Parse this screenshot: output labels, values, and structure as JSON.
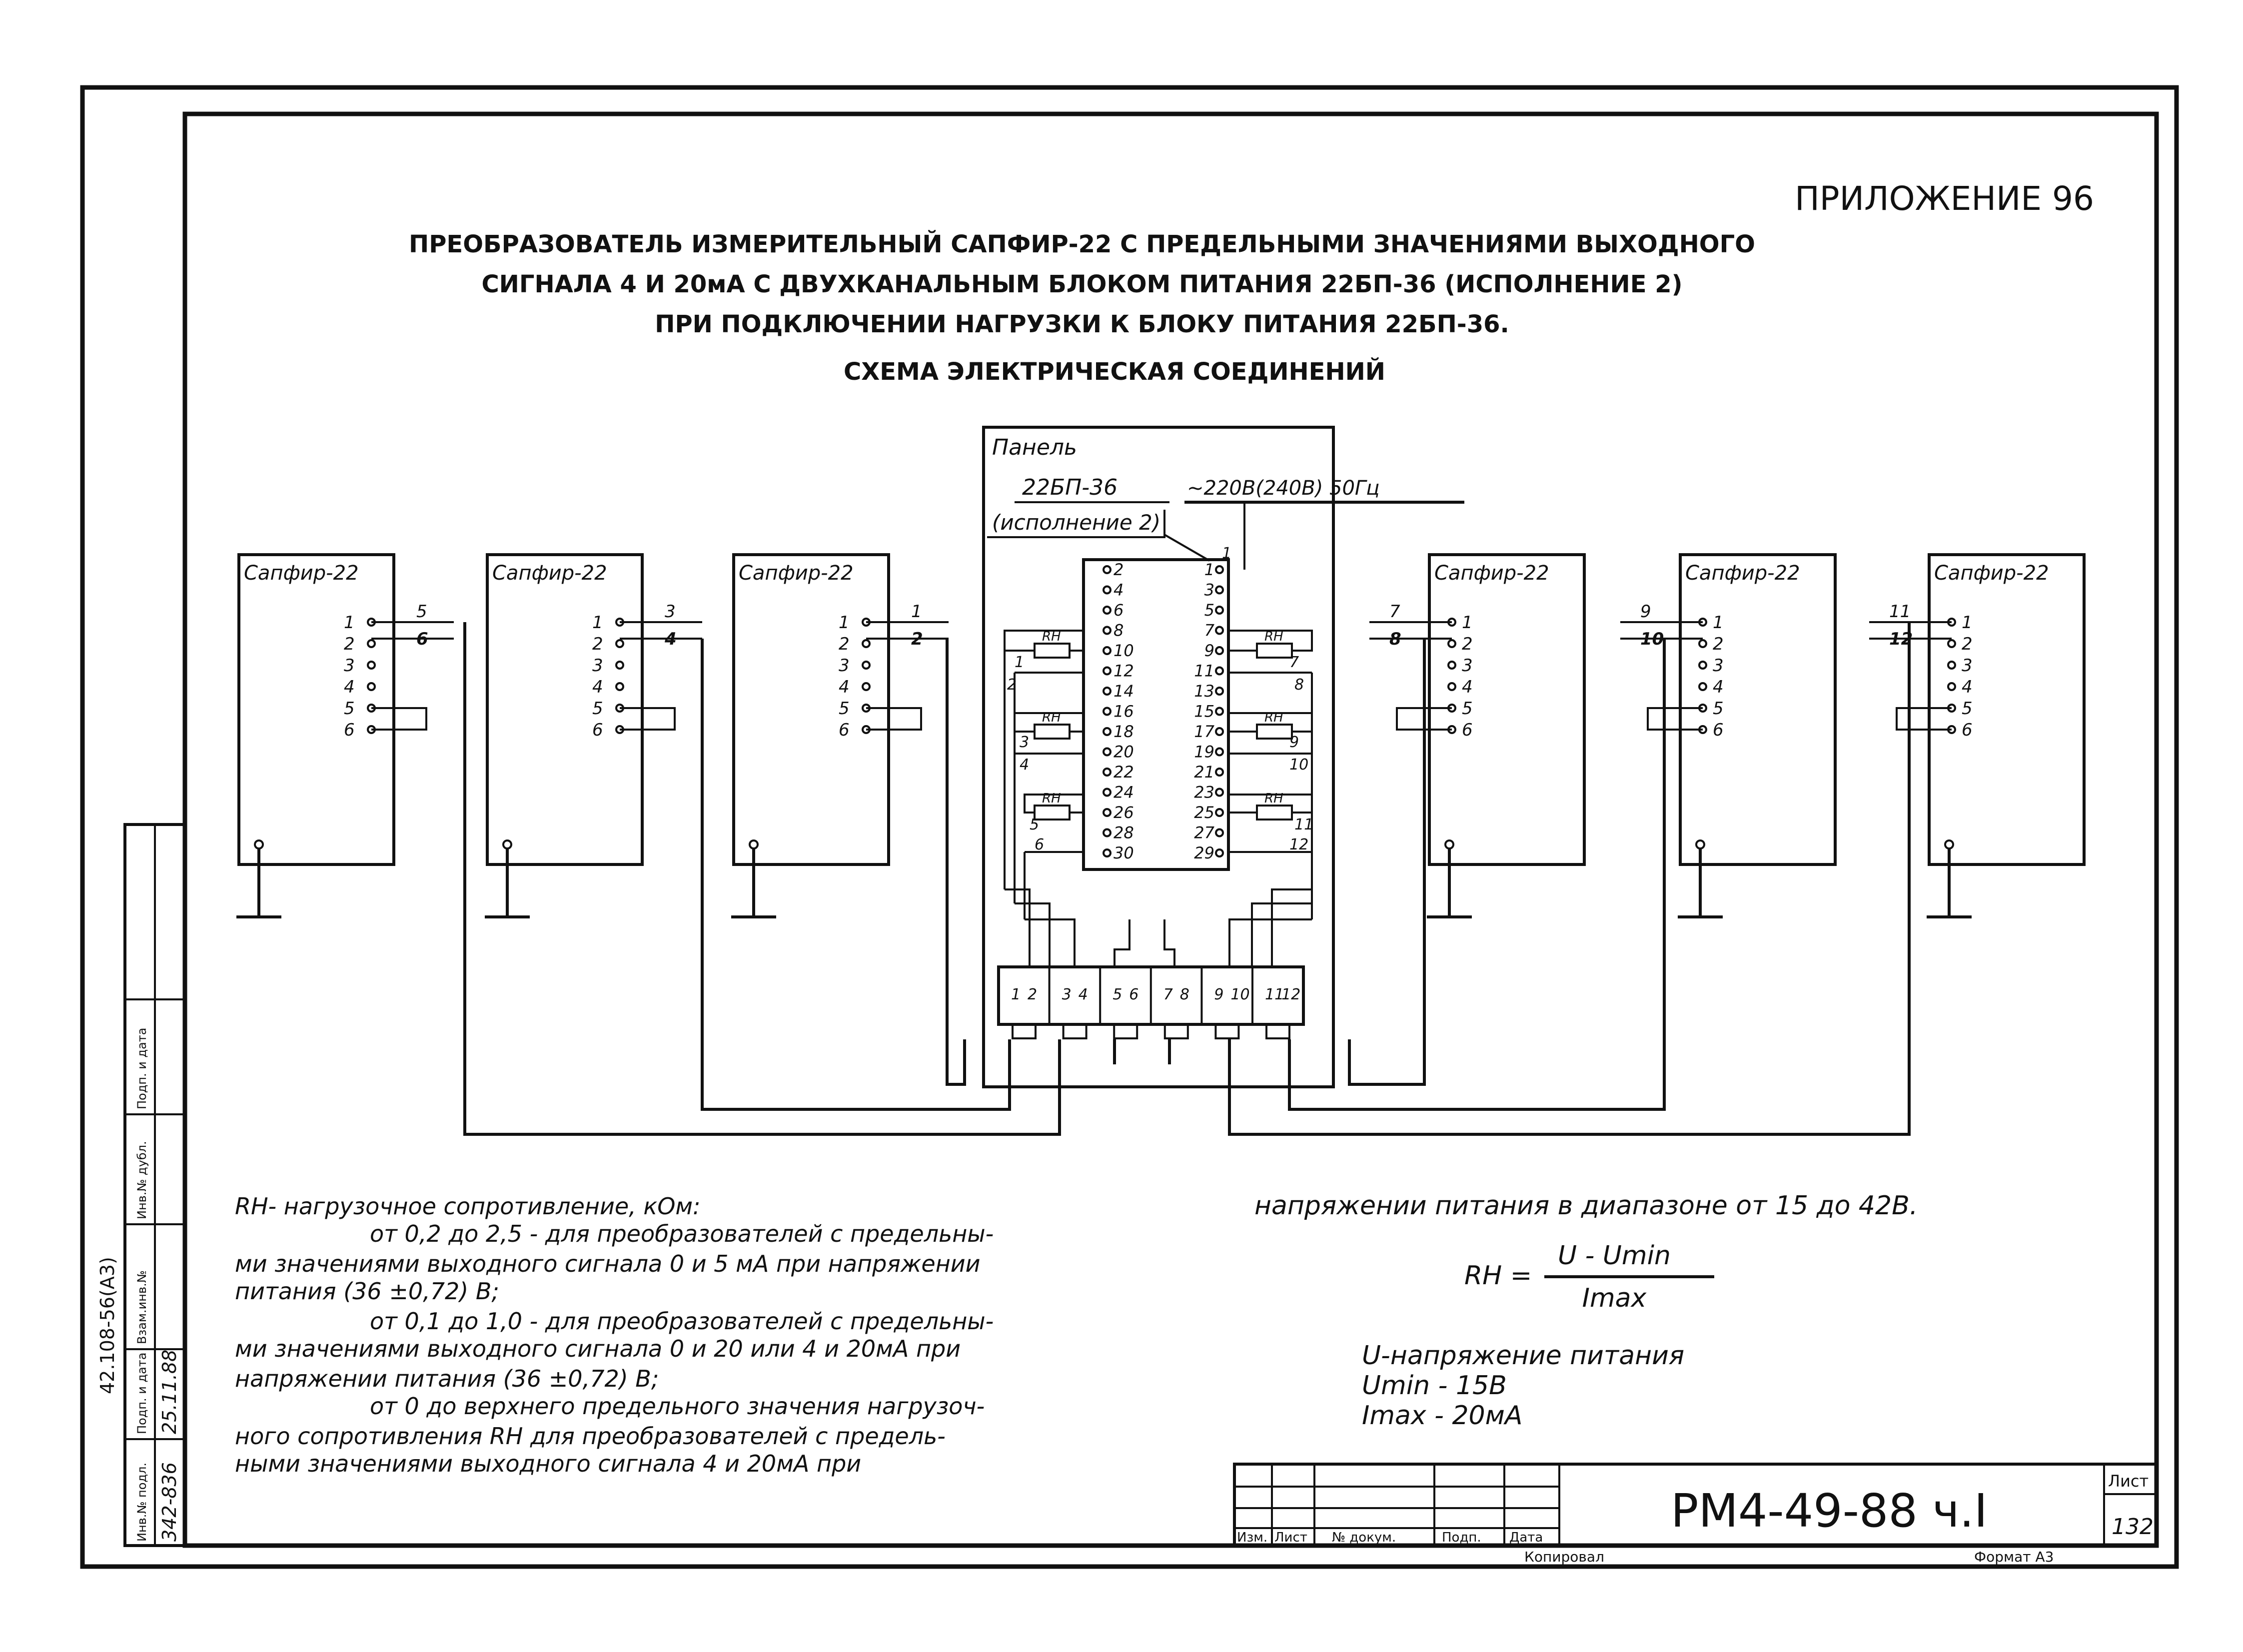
{
  "appendix": "ПРИЛОЖЕНИЕ 96",
  "title_lines": [
    "ПРЕОБРАЗОВАТЕЛЬ ИЗМЕРИТЕЛЬНЫЙ САПФИР-22 С ПРЕДЕЛЬНЫМИ ЗНАЧЕНИЯМИ ВЫХОДНОГО",
    "СИГНАЛА 4 И 20мА С ДВУХКАНАЛЬНЫМ БЛОКОМ ПИТАНИЯ 22БП-36 (ИСПОЛНЕНИЕ 2)",
    "ПРИ ПОДКЛЮЧЕНИИ НАГРУЗКИ К БЛОКУ ПИТАНИЯ 22БП-36."
  ],
  "subtitle": "СХЕМА ЭЛЕКТРИЧЕСКАЯ СОЕДИНЕНИЙ",
  "panel": {
    "label": "Панель",
    "block": "22БП-36",
    "version": "(исполнение 2)",
    "supply": "~220В(240В) 50Гц",
    "left_terminals": [
      "2",
      "4",
      "6",
      "8",
      "10",
      "12",
      "14",
      "16",
      "18",
      "20",
      "22",
      "24",
      "26",
      "28",
      "30"
    ],
    "right_terminals": [
      "1",
      "3",
      "5",
      "7",
      "9",
      "11",
      "13",
      "15",
      "17",
      "19",
      "21",
      "23",
      "25",
      "27",
      "29"
    ],
    "wire_left": [
      "1",
      "2",
      "3",
      "4",
      "5",
      "6"
    ],
    "wire_right": [
      "7",
      "8",
      "9",
      "10",
      "11",
      "12"
    ],
    "rh": "RН",
    "strip": [
      "1",
      "2",
      "3",
      "4",
      "5",
      "6",
      "7",
      "8",
      "9",
      "10",
      "11",
      "12"
    ]
  },
  "sensor_label": "Сапфир-22",
  "sensor_terminals": [
    "1",
    "2",
    "3",
    "4",
    "5",
    "6"
  ],
  "sensors_left_wires": [
    [
      "5",
      "6"
    ],
    [
      "3",
      "4"
    ],
    [
      "1",
      "2"
    ]
  ],
  "sensors_right_wires": [
    [
      "7",
      "8"
    ],
    [
      "9",
      "10"
    ],
    [
      "11",
      "12"
    ]
  ],
  "notes_left": [
    "RН- нагрузочное сопротивление, кОм:",
    "от 0,2 до 2,5 - для преобразователей с предельны-",
    "ми значениями выходного сигнала 0 и 5 мА при напряжении",
    "питания (36 ±0,72) В;",
    "от 0,1 до 1,0 - для преобразователей с предельны-",
    "ми значениями выходного сигнала 0 и 20 или 4 и 20мА при",
    "напряжении питания (36 ±0,72) В;",
    "от 0 до верхнего предельного значения нагрузоч-",
    "ного сопротивления RН для преобразователей с предель-",
    "ными значениями выходного сигнала 4 и 20мА при"
  ],
  "notes_right": {
    "line": "напряжении питания в диапазоне от 15 до 42В.",
    "formula_lhs": "RН =",
    "numerator": "U - Umin",
    "denominator": "Imax",
    "defs": [
      "U-напряжение питания",
      "Umin - 15В",
      "Imax - 20мА"
    ]
  },
  "title_block": {
    "doc": "РМ4-49-88 ч.I",
    "sheet_label": "Лист",
    "sheet_no": "132",
    "cols": [
      "Изм.",
      "Лист",
      "№ докум.",
      "Подп.",
      "Дата"
    ],
    "copied": "Копировал",
    "format": "Формат А3"
  },
  "side_stamp": {
    "code": "42.108-56(А3)",
    "cells": [
      "Инв.№ подл.",
      "Подп. и дата",
      "Взам.инв.№",
      "Инв.№ дубл.",
      "Подп. и дата"
    ],
    "inv": "342-836",
    "date": "25.11.88"
  }
}
